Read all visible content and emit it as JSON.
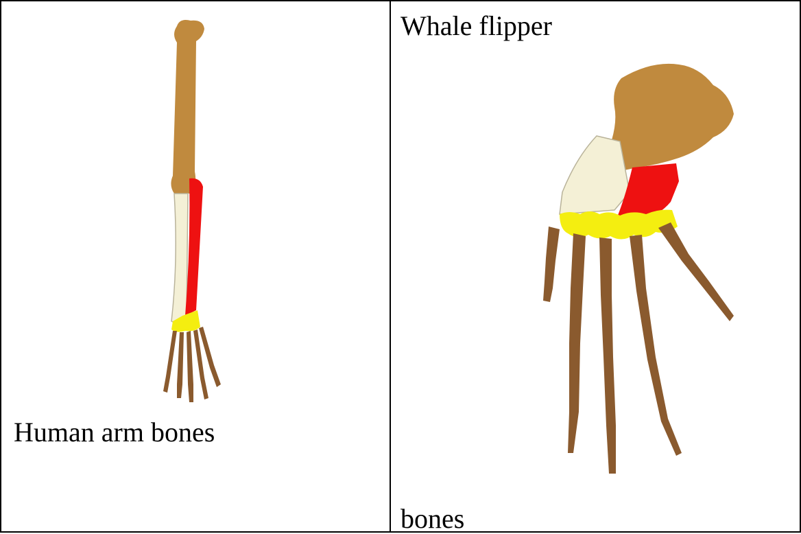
{
  "figure": {
    "left_panel": {
      "caption": "Human arm bones"
    },
    "right_panel": {
      "title": "Whale flipper",
      "caption": "bones"
    }
  },
  "colors": {
    "humerus": "#c08a3e",
    "ulna": "#f4f0d6",
    "radius": "#ee1111",
    "carpals": "#f4ee10",
    "phalanges": "#8a5a2e",
    "border": "#000000"
  },
  "icons": {
    "human_arm": "human-arm-bones-illustration",
    "whale_flipper": "whale-flipper-bones-illustration"
  }
}
